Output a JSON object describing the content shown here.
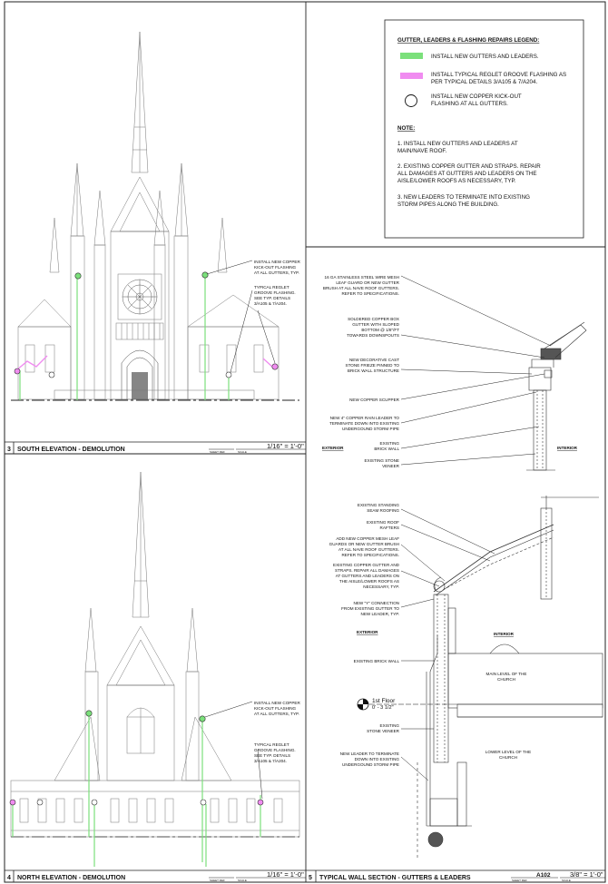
{
  "legend": {
    "title": "GUTTER, LEADERS & FLASHING REPAIRS LEGEND:",
    "items": [
      {
        "label": "INSTALL NEW GUTTERS AND LEADERS.",
        "swatch": "#7be07b"
      },
      {
        "label_lines": [
          "INSTALL TYPICAL REGLET GROOVE FLASHING AS",
          "PER TYPICAL DETAILS 3/A105 & 7/A204."
        ],
        "swatch": "#f08cf0"
      },
      {
        "label_lines": [
          "INSTALL NEW COPPER KICK-OUT",
          "FLASHING AT ALL GUTTERS."
        ]
      }
    ],
    "note_title": "NOTE:",
    "notes": [
      [
        "1. INSTALL NEW GUTTERS AND LEADERS AT",
        "MAIN/NAVE ROOF."
      ],
      [
        "2. EXISTING COPPER GUTTER AND STRAPS. REPAIR",
        "ALL DAMAGES AT GUTTERS AND LEADERS ON THE",
        "AISLE/LOWER ROOFS  AS NECESSARY, TYP."
      ],
      [
        "3. NEW LEADERS TO TERMINATE INTO EXISTING",
        "STORM PIPES ALONG THE BUILDING."
      ]
    ]
  },
  "south": {
    "num": "3",
    "title": "SOUTH ELEVATION - DEMOLUTION",
    "sheet_ref": "SHEET REF",
    "scale_label": "SCALE",
    "scale": "1/16\" = 1'-0\"",
    "note_a": [
      "INSTALL NEW COPPER",
      "KICK-OUT FLASHING",
      "AT ALL GUTTERS, TYP."
    ],
    "note_b": [
      "TYPICAL REGLET",
      "GROOVE FLASHING.",
      "SEE TYP. DETAILS",
      "3/A105 & 7/A204."
    ]
  },
  "north": {
    "num": "4",
    "title": "NORTH ELEVATION - DEMOLUTION",
    "sheet_ref": "SHEET REF",
    "scale_label": "SCALE",
    "scale": "1/16\" = 1'-0\"",
    "note_a": [
      "INSTALL NEW COPPER",
      "KICK-OUT FLASHING",
      "AT ALL GUTTERS, TYP."
    ],
    "note_b": [
      "TYPICAL REGLET",
      "GROOVE FLASHING.",
      "SEE TYP. DETAILS",
      "3/A105 & 7/A204."
    ]
  },
  "section": {
    "num": "5",
    "title": "TYPICAL WALL SECTION - GUTTERS & LEADERS",
    "sheet_ref": "SHEET REF",
    "sheet": "A102",
    "scale_label": "SCALE",
    "scale": "3/8\" = 1'-0\"",
    "callouts_top": [
      [
        "16 GA STAINLESS STEEL WIRE MESH",
        "LEAF GUARD OR NEW GUTTER",
        "BRUSH AT ALL NAVE ROOF GUTTERS.",
        "REFER TO SPECIFICATIONS."
      ],
      [
        "SOLDERED COPPER BOX",
        "GUTTER WITH SLOPED",
        "BOTTOM @ 1/8\"/FT",
        "TOWARDS DOWNSPOUTS"
      ],
      [
        "NEW DECORATIVE CAST",
        "STONE FRIEZE PINNED TO",
        "BRICK WALL STRUCTURE"
      ],
      [
        "NEW COPPER SCUPPER"
      ],
      [
        "NEW 4\" COPPER RAIN LEADER TO",
        "TERMINATE DOWN INTO EXISTING",
        "UNDERGOUND STORM PIPE"
      ],
      [
        "EXISTING",
        "BRICK WALL"
      ],
      [
        "EXISTING STONE",
        "VENEER"
      ]
    ],
    "exterior": "EXTERIOR",
    "interior": "INTERIOR",
    "callouts_bottom": [
      [
        "EXISTING STANDING",
        "SEAM ROOFING"
      ],
      [
        "EXISTING ROOF",
        "RAFTERS"
      ],
      [
        "ADD NEW COPPER MESH LEAF",
        "GUARDS OR NEW GUTTER BRUSH",
        "AT ALL NAVE ROOF GUTTERS.",
        "REFER TO SPECIFICATIONS."
      ],
      [
        "EXISTING COPPER GUTTER AND",
        "STRAPS. REPAIR ALL DAMAGES",
        "AT GUTTERS AND LEADERS ON",
        "THE AISLE/LOWER ROOFS AS",
        "NECESSARY, TYP."
      ],
      [
        "NEW \"Y\" CONNECTION",
        "FROM EXISTING GUTTER TO",
        "NEW LEADER, TYP."
      ]
    ],
    "callouts_lower": [
      [
        "EXISTING BRICK WALL"
      ],
      [
        "EXISTING",
        "STONE VENEER"
      ],
      [
        "NEW LEADER TO TERMINATE",
        "DOWN INTO EXISTING",
        "UNDERGOUND STORM PIPE"
      ]
    ],
    "floor_name": "1st Floor",
    "floor_elev": "0' - 3 1/2\"",
    "main_level": [
      "MAIN LEVEL OF THE",
      "CHURCH"
    ],
    "lower_level": [
      "LOWER LEVEL OF THE",
      "CHURCH"
    ]
  }
}
